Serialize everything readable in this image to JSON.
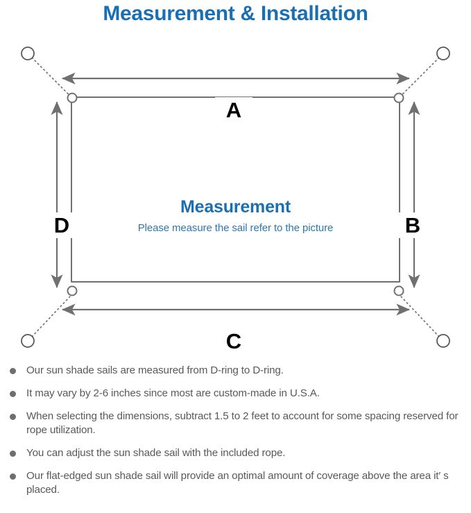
{
  "page": {
    "title": "Measurement & Installation",
    "background_color": "#ffffff"
  },
  "colors": {
    "title_blue": "#1a6fb3",
    "subtitle_blue": "#2e78b0",
    "line_gray": "#6f7072",
    "body_gray": "#58595b",
    "bullet_gray": "#6d6e71",
    "sail_stroke": "#6f7072",
    "sail_fill": "#ffffff"
  },
  "diagram": {
    "name": "sun-shade-sail-measurement-diagram",
    "center_heading": "Measurement",
    "center_subtitle": "Please measure the sail refer to the picture",
    "dimension_labels": {
      "top": "A",
      "right": "B",
      "bottom": "C",
      "left": "D"
    },
    "dimension_descriptions": {
      "A": "top edge length",
      "B": "right edge length",
      "C": "bottom edge length",
      "D": "left edge length"
    },
    "sail": {
      "shape": "rectangle",
      "corner_hardware": "D-ring",
      "corner_count": 4
    },
    "anchor_points": {
      "count": 4,
      "connector": "dotted rope line"
    }
  },
  "notes": [
    "Our sun shade sails are measured from D-ring to D-ring.",
    "It may vary by 2-6 inches since most are custom-made in U.S.A.",
    "When selecting the dimensions, subtract 1.5 to 2 feet to account for some spacing reserved for rope utilization.",
    "You can adjust the sun shade sail with the included rope.",
    "Our flat-edged sun shade sail will provide an optimal amount of coverage above the area it′ s placed."
  ]
}
